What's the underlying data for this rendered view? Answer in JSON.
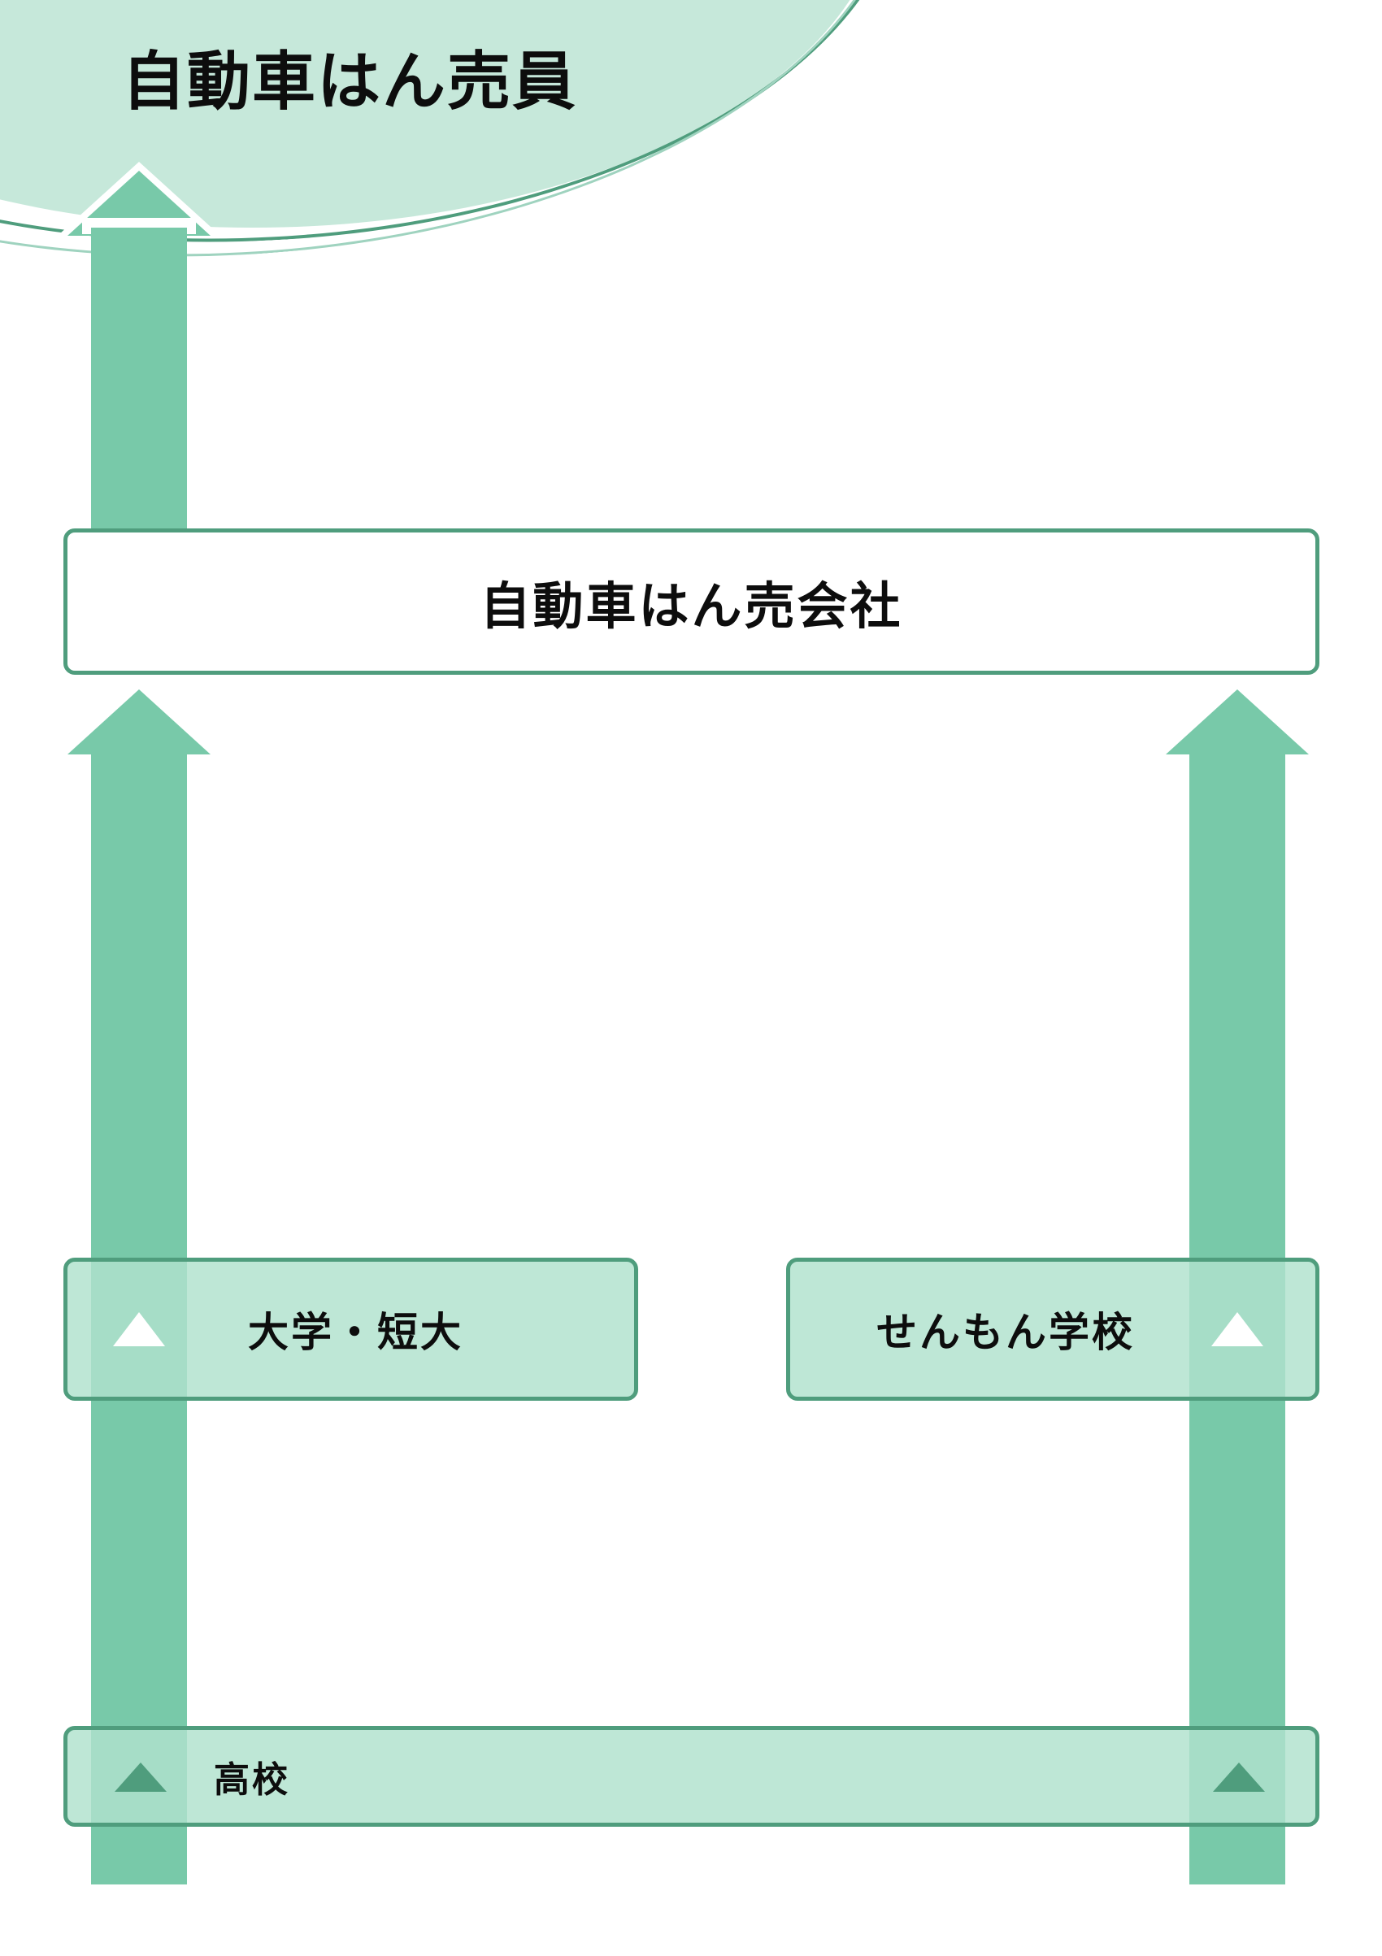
{
  "diagram": {
    "title": "自動車はん売員",
    "theme_colors": {
      "arrow_green": "#78c9a9",
      "border_green": "#4f9d7d",
      "box_fill_light": "#b0e2cd",
      "ellipse_fill": "#c6e8da",
      "white": "#ffffff",
      "text_black": "#0d0d0d"
    },
    "nodes": {
      "goal": {
        "label": "自動車はん売員",
        "shape": "ellipse",
        "fill": "#c6e8da"
      },
      "company": {
        "label": "自動車はん売会社",
        "shape": "rounded-rect",
        "fill": "#ffffff"
      },
      "university": {
        "label": "大学・短大",
        "shape": "rounded-rect",
        "fill": "#b0e2cd",
        "marker": "up-triangle-white"
      },
      "vocational": {
        "label": "せんもん学校",
        "shape": "rounded-rect",
        "fill": "#b0e2cd",
        "marker": "up-triangle-white"
      },
      "highschool": {
        "label": "高校",
        "shape": "rounded-rect",
        "fill": "#b0e2cd",
        "marker": "up-triangle-green"
      }
    },
    "arrows": [
      {
        "name": "company-to-goal",
        "from": "自動車はん売会社",
        "to": "自動車はん売員",
        "direction": "up"
      },
      {
        "name": "left-path-to-company",
        "from": "高校",
        "to": "自動車はん売会社",
        "direction": "up",
        "via": "大学・短大"
      },
      {
        "name": "right-path-to-company",
        "from": "高校",
        "to": "自動車はん売会社",
        "direction": "up",
        "via": "せんもん学校"
      }
    ]
  }
}
